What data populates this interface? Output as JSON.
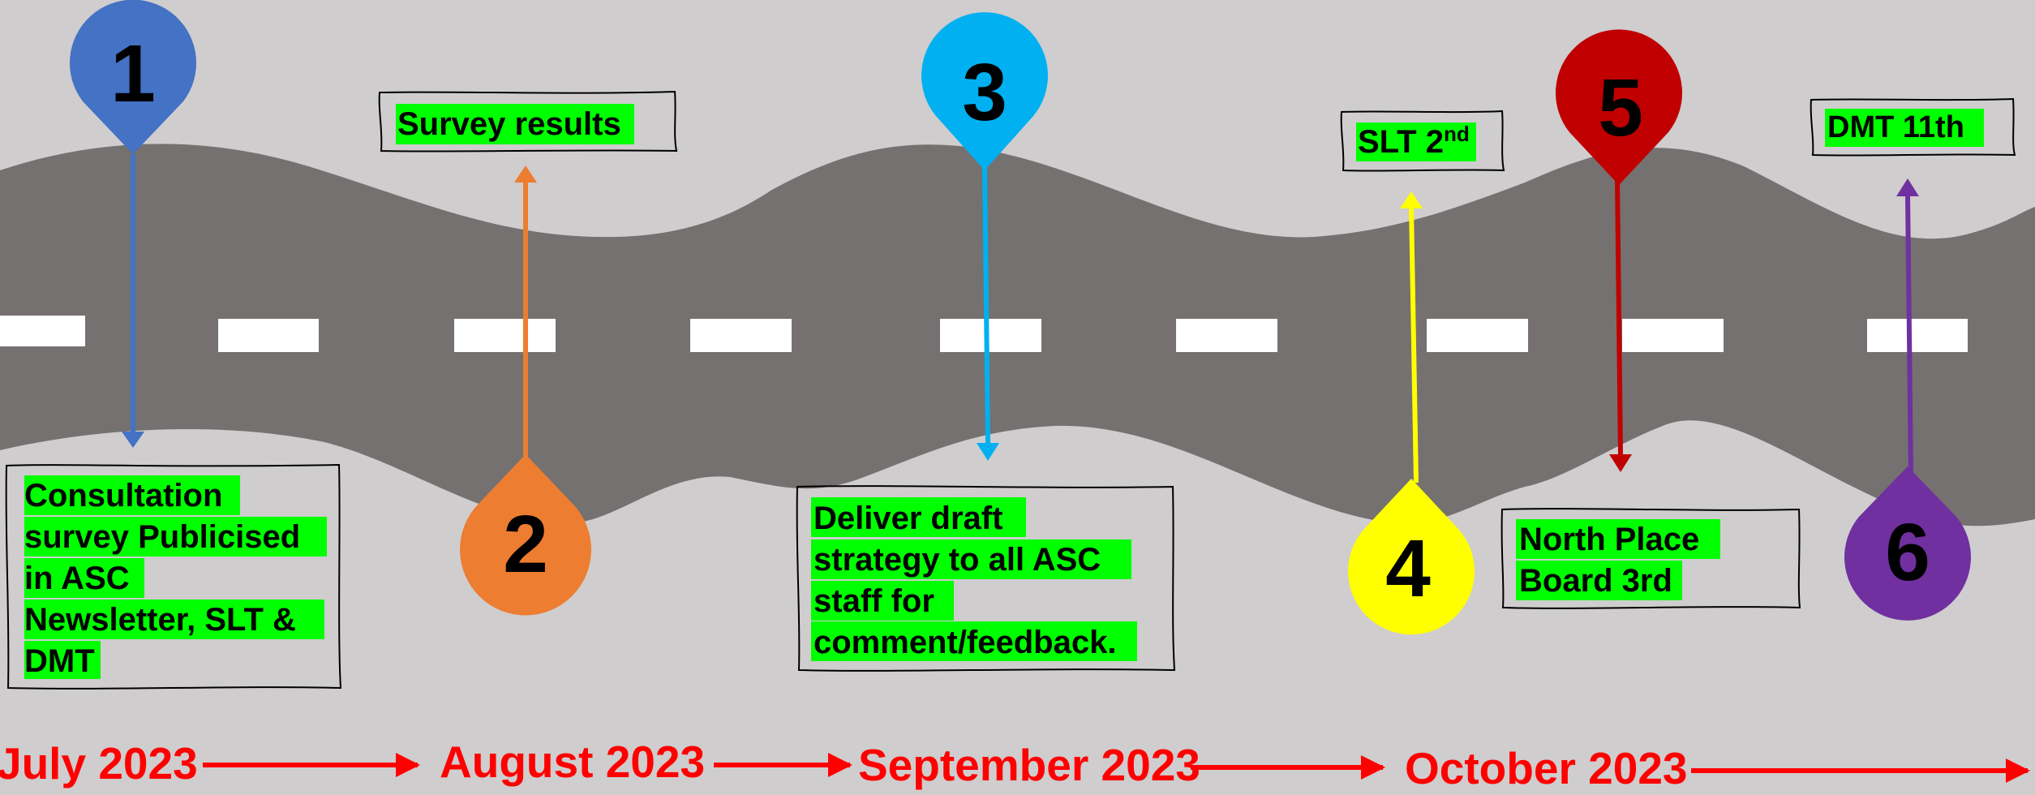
{
  "milestones": [
    {
      "number": "1",
      "color": "#4472c4",
      "lines": [
        "Consultation",
        "survey Publicised",
        "in ASC",
        "Newsletter, SLT &",
        "DMT"
      ]
    },
    {
      "number": "2",
      "color": "#ed7d31",
      "lines": [
        "Survey results"
      ]
    },
    {
      "number": "3",
      "color": "#00b0f0",
      "lines": [
        "Deliver draft",
        "strategy to all ASC",
        "staff for",
        "comment/feedback."
      ]
    },
    {
      "number": "4",
      "color": "#ffff00",
      "lines": [
        "SLT 2"
      ],
      "superscript": "nd"
    },
    {
      "number": "5",
      "color": "#c00000",
      "lines": [
        "North Place",
        "Board 3rd"
      ]
    },
    {
      "number": "6",
      "color": "#7030a0",
      "lines": [
        "DMT 11th"
      ]
    }
  ],
  "months": [
    "July 2023",
    "August 2023",
    "September 2023",
    "October 2023"
  ],
  "colors": {
    "background": "#cfcdce",
    "road": "#747170",
    "lane_marking": "#ffffff",
    "highlight": "#00ff00",
    "month_text": "#ff0000"
  }
}
